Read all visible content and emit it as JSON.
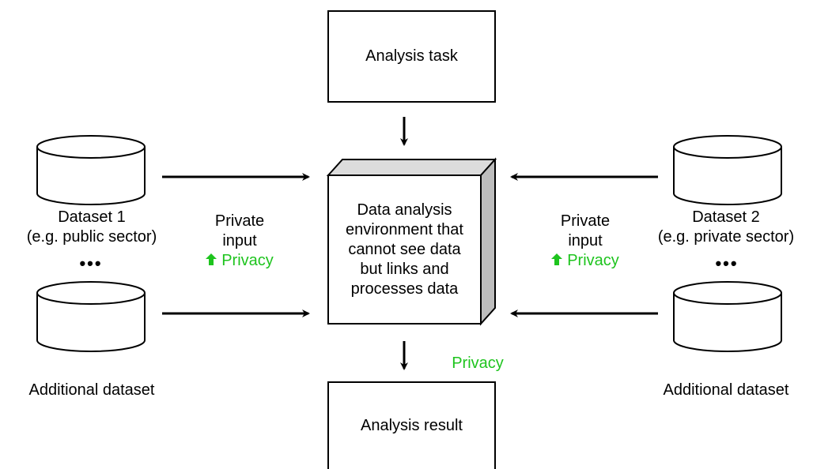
{
  "task_box": {
    "label": "Analysis task"
  },
  "env_box": {
    "label_lines": [
      "Data analysis",
      "environment that",
      "cannot see data",
      "but links and",
      "processes data"
    ]
  },
  "result_box": {
    "label": "Analysis result"
  },
  "left": {
    "dataset_label": "Dataset 1",
    "dataset_sub": "(e.g. public sector)",
    "ellipsis": "•••",
    "additional_label": "Additional dataset",
    "private_line1": "Private",
    "private_line2": "input",
    "privacy_label": "Privacy"
  },
  "right": {
    "dataset_label": "Dataset 2",
    "dataset_sub": "(e.g. private sector)",
    "ellipsis": "•••",
    "additional_label": "Additional dataset",
    "private_line1": "Private",
    "private_line2": "input",
    "privacy_label": "Privacy"
  },
  "output_privacy_label": "Privacy",
  "colors": {
    "privacy_green": "#1ec41e",
    "stroke": "#000000"
  },
  "icons": {
    "privacy_arrow": "up-arrow-icon"
  }
}
